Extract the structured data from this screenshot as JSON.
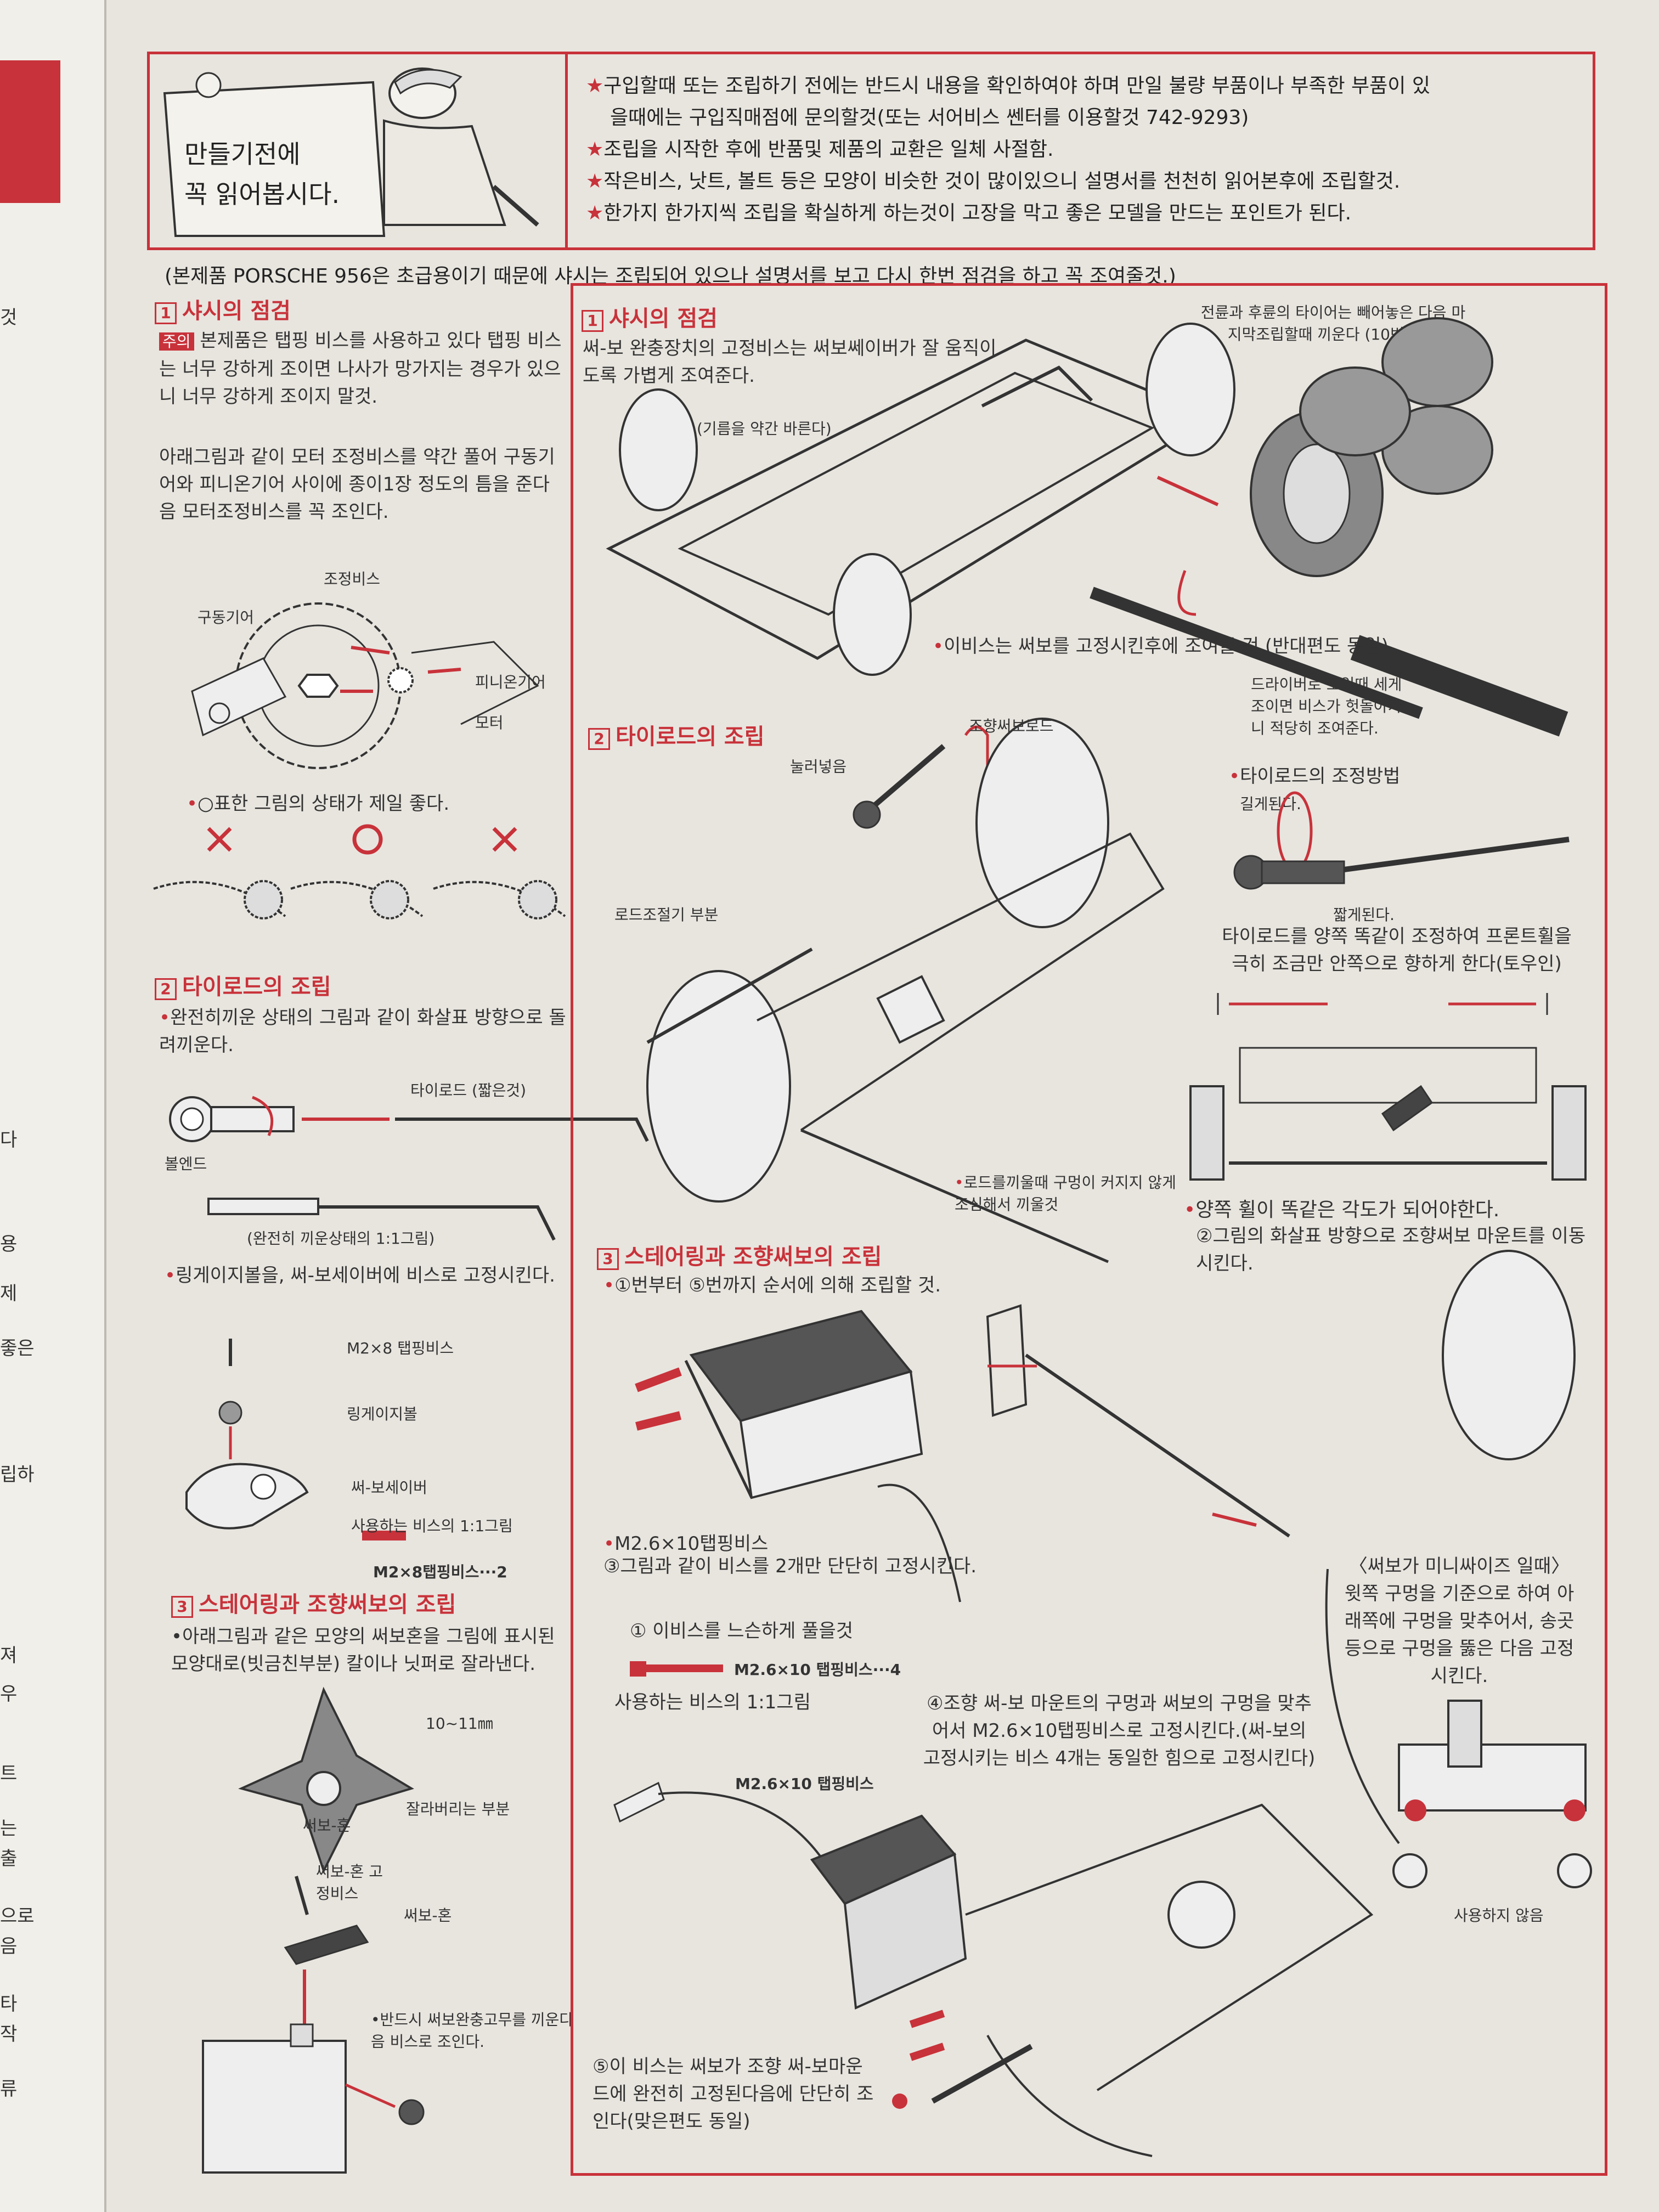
{
  "header": {
    "sign_line1": "만들기전에",
    "sign_line2": "꼭 읽어봅시다.",
    "notes": [
      "구입할때 또는 조립하기 전에는 반드시 내용을 확인하여야 하며 만일 불량 부품이나 부족한 부품이 있",
      "을때에는 구입직매점에 문의할것(또는 서어비스 쎈터를 이용할것 742-9293)",
      "조립을 시작한 후에 반품및 제품의 교환은 일체 사절함.",
      "작은비스, 낫트, 볼트 등은 모양이 비슷한 것이 많이있으니 설명서를 천천히 읽어본후에 조립할것.",
      "한가지 한가지씩 조립을 확실하게 하는것이 고장을 막고 좋은 모델을 만드는 포인트가 된다."
    ]
  },
  "intro": "(본제품 PORSCHE 956은 초급용이기 때문에 샤시는 조립되어 있으나 설명서를 보고 다시 한번 점검을 하고 꼭 조여줄것.)",
  "left": {
    "s1_num": "1",
    "s1_title": "샤시의 점검",
    "s1_badge": "주의",
    "s1_warn": "본제품은 탭핑 비스를 사용하고 있다 탭핑 비스는 너무 강하게 조이면 나사가 망가지는 경우가 있으니 너무 강하게 조이지 말것.",
    "s1_text": "아래그림과 같이 모터 조정비스를 약간 풀어 구동기어와 피니온기어 사이에 종이1장 정도의 틈을 준다음 모터조정비스를 꼭 조인다.",
    "gear_labels": [
      "조정비스",
      "구동기어",
      "피니온기어",
      "모터"
    ],
    "gear_note": "○표한 그림의 상태가 제일 좋다.",
    "s2_num": "2",
    "s2_title": "타이로드의 조립",
    "s2_text": "완전히끼운 상태의 그림과 같이 화살표 방향으로 돌려끼운다.",
    "tierod_label": "타이로드 (짧은것)",
    "ballend_label": "볼엔드",
    "full_caption": "(완전히 끼운상태의 1:1그림)",
    "linkage_text": "링게이지볼을, 써-보세이버에 비스로 고정시킨다.",
    "parts": [
      "M2×8 탭핑비스",
      "링게이지볼",
      "써-보세이버"
    ],
    "scale_caption": "사용하는 비스의 1:1그림",
    "screw_label": "M2×8탭핑비스···2",
    "s3_num": "3",
    "s3_title": "스테어링과 조향써보의 조립",
    "s3_text": "아래그림과 같은 모양의 써보혼을 그림에 표시된 모양대로(빗금친부분) 칼이나 닛퍼로 잘라낸다.",
    "horn_labels": [
      "10~11㎜",
      "써보-혼",
      "잘라버리는 부분",
      "써보-혼 고정비스",
      "써보-혼"
    ],
    "servo_note": "반드시 써보완충고무를 끼운다음 비스로 조인다."
  },
  "right": {
    "s1_num": "1",
    "s1_title": "샤시의 점검",
    "s1_text": "써-보 완충장치의 고정비스는 써보쎄이버가 잘 움직이도록 가볍게 조여준다.",
    "tire_note": "전륜과 후륜의 타이어는 빼어놓은 다음 마지막조립할때 끼운다 (10번참조)",
    "grease_note": "(기름을 약간 바른다)",
    "screw_note": "이비스는 써보를 고정시킨후에 조여줄 것.(반대편도 동일)",
    "driver_note": "드라이버로 조일때 세게조이면 비스가 헛돌아가니 적당히 조여준다.",
    "s2_num": "2",
    "s2_title": "타이로드의 조립",
    "labels": [
      "조향써보로드",
      "눌러넣음",
      "로드조절기 부분"
    ],
    "adjust_title": "타이로드의 조정방법",
    "longer": "길게된다.",
    "shorter": "짧게된다.",
    "toe_text": "타이로드를 양쪽 똑같이 조정하여 프론트휠을 극히 조금만 안쪽으로 향하게 한다(토우인)",
    "rod_note": "로드를끼울때 구멍이 커지지 않게 조심해서 끼울것",
    "angle_note": "양쪽 휠이 똑같은 각도가 되어야한다.",
    "s3_num": "3",
    "s3_title": "스테어링과 조향써보의 조립",
    "s3_step": "①번부터 ⑤번까지 순서에 의해 조립할 것.",
    "step2": "②그림의 화살표 방향으로 조향써보 마운트를 이동시킨다.",
    "m26_label": "M2.6×10탭핑비스",
    "step3": "③그림과 같이 비스를 2개만 단단히 고정시킨다.",
    "step1": "① 이비스를 느슨하게 풀을것",
    "m26_count": "M2.6×10 탭핑비스···4",
    "scale_caption": "사용하는 비스의 1:1그림",
    "step4": "④조향 써-보 마운트의 구멍과 써보의 구멍을 맞추어서 M2.6×10탭핑비스로 고정시킨다.(써-보의 고정시키는 비스 4개는 동일한 힘으로 고정시킨다)",
    "mini_note": "〈써보가 미니싸이즈 일때〉 윗쪽 구멍을 기준으로 하여 아래쪽에 구멍을 맞추어서, 송곳등으로 구멍을 뚫은 다음 고정시킨다.",
    "unused": "사용하지 않음",
    "m26_bottom": "M2.6×10  탭핑비스",
    "step5": "⑤이 비스는 써보가 조향 써-보마운드에 완전히 고정된다음에 단단히 조인다(맞은편도 동일)"
  },
  "left_edge": [
    "것",
    "다",
    "용",
    "제",
    "좋은",
    "립하",
    "져",
    "우",
    "트",
    "는",
    "출",
    "으로",
    "음",
    "타",
    "작",
    "류"
  ]
}
